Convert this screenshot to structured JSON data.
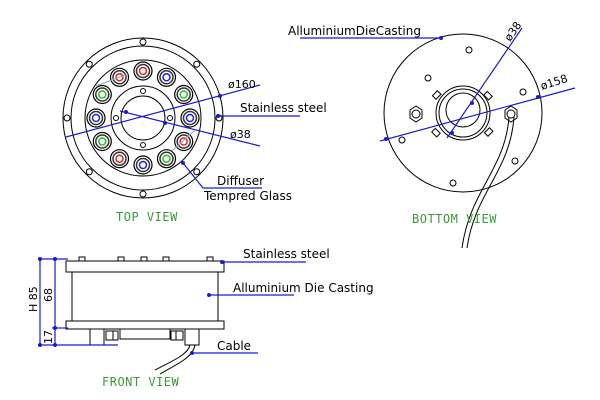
{
  "title": "Fountain light technical drawing",
  "top_view": {
    "caption": "TOP VIEW",
    "labels": {
      "dia_outer": "ø160",
      "material": "Stainless steel",
      "dia_inner": "ø38",
      "diffuser": "Diffuser",
      "glass": "Tempred Glass"
    },
    "led_colors": [
      "red",
      "blue",
      "green",
      "blue",
      "red",
      "green",
      "blue",
      "red",
      "green",
      "blue",
      "green",
      "red"
    ]
  },
  "bottom_view": {
    "caption": "BOTTOM VIEW",
    "labels": {
      "material": "AlluminiumDieCasting",
      "dia_inner": "ø38",
      "dia_outer": "ø158"
    }
  },
  "front_view": {
    "caption": "FRONT VIEW",
    "labels": {
      "top_material": "Stainless steel",
      "body_material": "Alluminium Die Casting",
      "cable": "Cable",
      "height_total": "H 85",
      "height_body": "68",
      "height_base": "17"
    }
  },
  "colors": {
    "red": "#e02020",
    "green": "#20c020",
    "blue": "#2020e0",
    "dimension": "#1a1acc",
    "caption": "#3a9a3a"
  }
}
